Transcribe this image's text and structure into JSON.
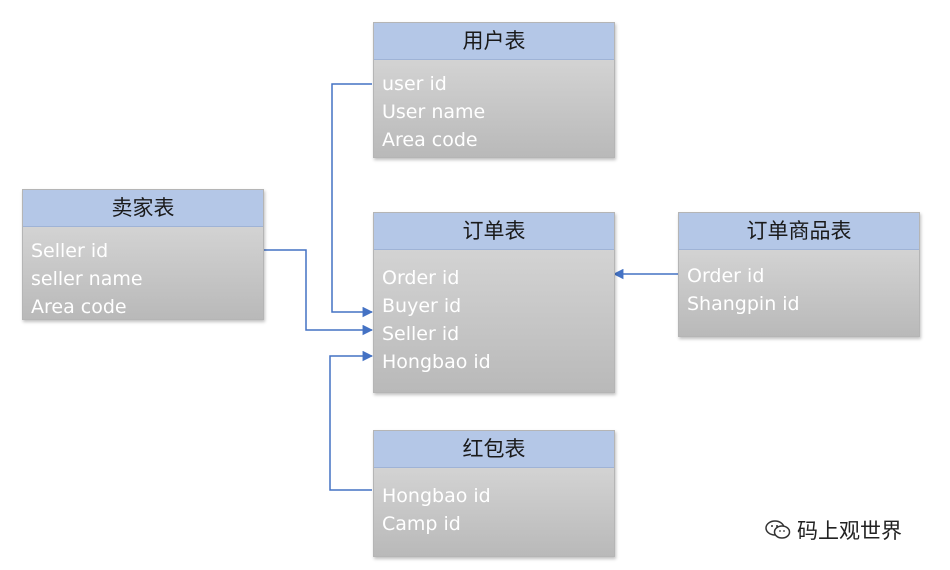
{
  "tables": {
    "user": {
      "title": "用户表",
      "fields": [
        "user id",
        "User name",
        "Area code"
      ]
    },
    "seller": {
      "title": "卖家表",
      "fields": [
        "Seller id",
        "seller name",
        "Area code"
      ]
    },
    "order": {
      "title": "订单表",
      "fields": [
        "Order id",
        "Buyer id",
        "Seller id",
        "Hongbao id"
      ]
    },
    "order_goods": {
      "title": "订单商品表",
      "fields": [
        "Order id",
        "Shangpin id"
      ]
    },
    "hongbao": {
      "title": "红包表",
      "fields": [
        "Hongbao id",
        "Camp id"
      ]
    }
  },
  "watermark": {
    "text": "码上观世界",
    "icon": "wechat-icon"
  },
  "colors": {
    "header": "#b4c7e7",
    "body": "#c6c6c6",
    "connector": "#4472c4"
  }
}
